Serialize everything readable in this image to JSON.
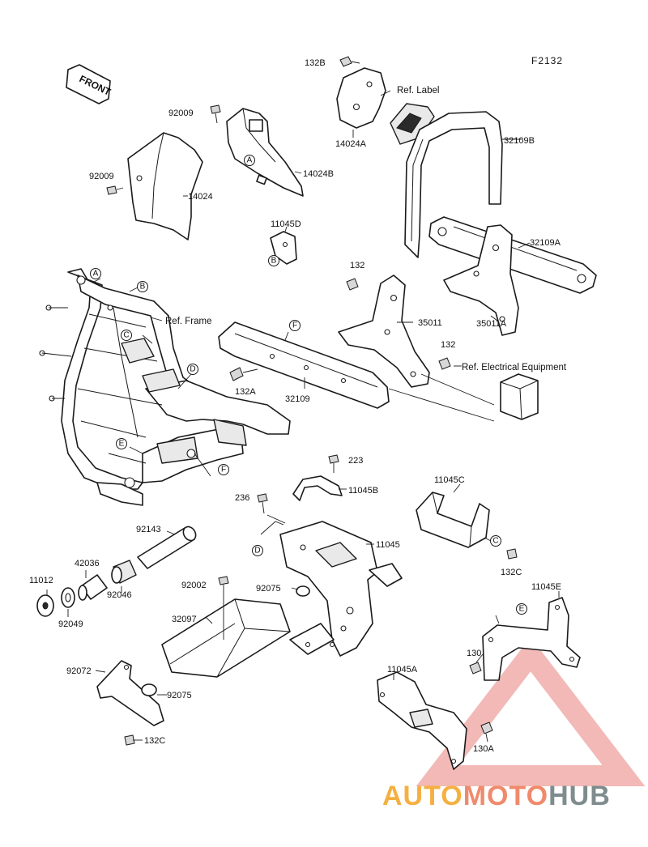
{
  "diagram_code": "F2132",
  "front_label": "FRONT",
  "watermark": {
    "text_part1": "AUTO",
    "text_part2": "MOTO",
    "text_part3": "HUB",
    "color1": "#f5b041",
    "color2": "#f08a6c",
    "color3": "#7f8c8d"
  },
  "labels": {
    "p132B": "132B",
    "ref_label": "Ref. Label",
    "p14024A": "14024A",
    "p32109B": "32109B",
    "p92009_top": "92009",
    "p92009_left": "92009",
    "p14024": "14024",
    "p14024B": "14024B",
    "p11045D": "11045D",
    "p32109A": "32109A",
    "p132_mid": "132",
    "p35011": "35011",
    "p35011A": "35011A",
    "ref_frame": "Ref. Frame",
    "p132_right": "132",
    "ref_electrical": "Ref. Electrical Equipment",
    "p132A": "132A",
    "p32109": "32109",
    "p223": "223",
    "p11045B": "11045B",
    "p11045C": "11045C",
    "p236": "236",
    "p92143": "92143",
    "p11045": "11045",
    "p132C_right": "132C",
    "p42036": "42036",
    "p11012": "11012",
    "p92046": "92046",
    "p92049": "92049",
    "p92002": "92002",
    "p92075_mid": "92075",
    "p11045E": "11045E",
    "p32097": "32097",
    "p130": "130",
    "p92072": "92072",
    "p92075_low": "92075",
    "p11045A": "11045A",
    "p132C_low": "132C",
    "p130A": "130A"
  },
  "markers": {
    "A1": "A",
    "B1": "B",
    "C1": "C",
    "D1": "D",
    "E1": "E",
    "F1": "F",
    "A2": "A",
    "B2": "B",
    "F2": "F",
    "D2": "D",
    "C2": "C",
    "E2": "E"
  }
}
